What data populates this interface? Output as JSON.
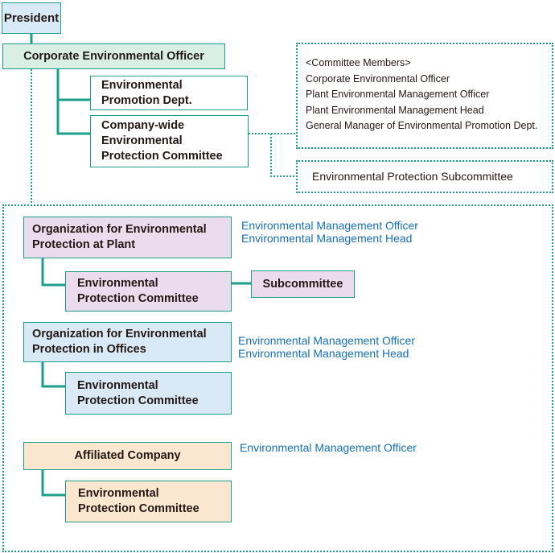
{
  "nodes": {
    "president": "President",
    "corporate_officer": "Corporate Environmental Officer",
    "promotion_dept": [
      "Environmental",
      "Promotion Dept."
    ],
    "company_committee": [
      "Company-wide",
      "Environmental",
      "Protection Committee"
    ],
    "protection_subcommittee": "Environmental Protection Subcommittee",
    "plant_org": [
      "Organization for Environmental",
      "Protection at Plant"
    ],
    "plant_committee": [
      "Environmental",
      "Protection Committee"
    ],
    "plant_subcommittee": "Subcommittee",
    "office_org": [
      "Organization for Environmental",
      "Protection in Offices"
    ],
    "office_committee": [
      "Environmental",
      "Protection Committee"
    ],
    "affiliated": "Affiliated Company",
    "affiliated_committee": [
      "Environmental",
      "Protection Committee"
    ]
  },
  "committee_members": {
    "heading": "<Committee Members>",
    "items": [
      "Corporate Environmental Officer",
      "Plant Environmental Management Officer",
      "Plant Environmental Management Head",
      "General Manager of Environmental Promotion Dept."
    ]
  },
  "notes": {
    "plant": [
      "Environmental Management Officer",
      "Environmental Management Head"
    ],
    "office": [
      "Environmental Management Officer",
      "Environmental Management Head"
    ],
    "affiliated": [
      "Environmental Management Officer"
    ]
  },
  "colors": {
    "line": "#1aa08a",
    "note_text": "#1570b8",
    "president_fill": "#d9eaf6",
    "officer_fill": "#d9efe6",
    "plant_fill": "#eadcec",
    "office_fill": "#d9eaf6",
    "affiliated_fill": "#fbe6cf"
  }
}
